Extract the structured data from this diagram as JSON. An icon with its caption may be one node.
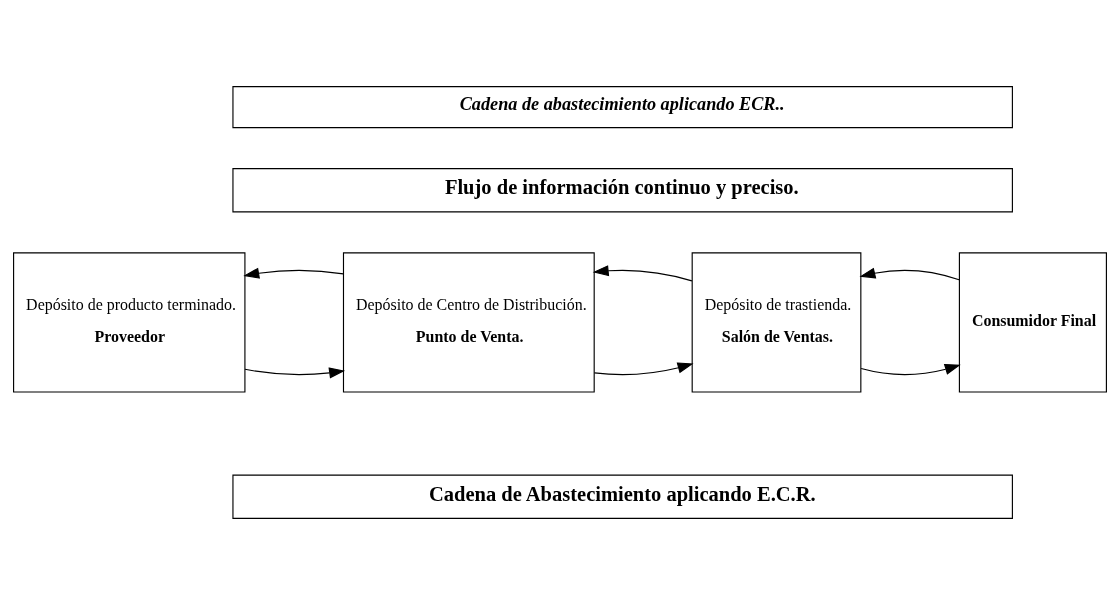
{
  "diagram": {
    "nodes": [
      {
        "text": [
          "Cadena de abastecimiento aplicando ECR.."
        ]
      },
      {
        "text": [
          "Flujo de información continuo y preciso."
        ]
      },
      {
        "text": [
          "Depósito de producto terminado.",
          "Proveedor"
        ]
      },
      {
        "text": [
          "Depósito de Centro de Distribución.",
          "Punto de Venta."
        ]
      },
      {
        "text": [
          "Depósito de trastienda.",
          "Salón de Ventas."
        ]
      },
      {
        "text": [
          "Consumidor Final"
        ]
      },
      {
        "text": [
          "Cadena de Abastecimiento aplicando E.C.R."
        ]
      }
    ],
    "edges": [
      {
        "from": 2,
        "to": 3,
        "arrow": "to"
      },
      {
        "from": 3,
        "to": 4,
        "arrow": "to"
      },
      {
        "from": 4,
        "to": 5,
        "arrow": "to"
      },
      {
        "from": 3,
        "to": 2,
        "arrow": "to"
      },
      {
        "from": 4,
        "to": 3,
        "arrow": "to"
      },
      {
        "from": 5,
        "to": 4,
        "arrow": "to"
      }
    ]
  }
}
